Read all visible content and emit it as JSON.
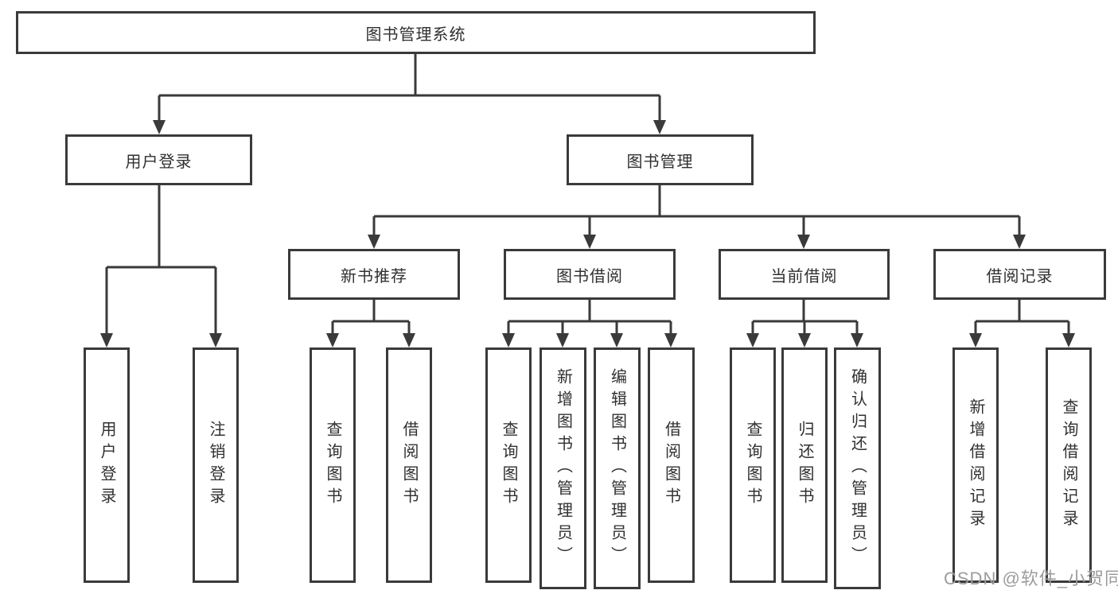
{
  "colors": {
    "line": "#3a3a3a",
    "text": "#303030",
    "box_bg": "#ffffff",
    "watermark": "#9c9c9c"
  },
  "tree": {
    "root": {
      "label": "图书管理系统"
    },
    "branches": [
      {
        "label": "用户登录",
        "children": [
          {
            "label": "用户登录"
          },
          {
            "label": "注销登录"
          }
        ]
      },
      {
        "label": "图书管理",
        "children": [
          {
            "label": "新书推荐",
            "children": [
              {
                "label": "查询图书"
              },
              {
                "label": "借阅图书"
              }
            ]
          },
          {
            "label": "图书借阅",
            "children": [
              {
                "label": "查询图书"
              },
              {
                "label": "新增图书（管理员）"
              },
              {
                "label": "编辑图书（管理员）"
              },
              {
                "label": "借阅图书"
              }
            ]
          },
          {
            "label": "当前借阅",
            "children": [
              {
                "label": "查询图书"
              },
              {
                "label": "归还图书"
              },
              {
                "label": "确认归还（管理员）"
              }
            ]
          },
          {
            "label": "借阅记录",
            "children": [
              {
                "label": "新增借阅记录"
              },
              {
                "label": "查询借阅记录"
              }
            ]
          }
        ]
      }
    ]
  },
  "watermark": {
    "text": "CSDN @软件_小贺同学"
  }
}
